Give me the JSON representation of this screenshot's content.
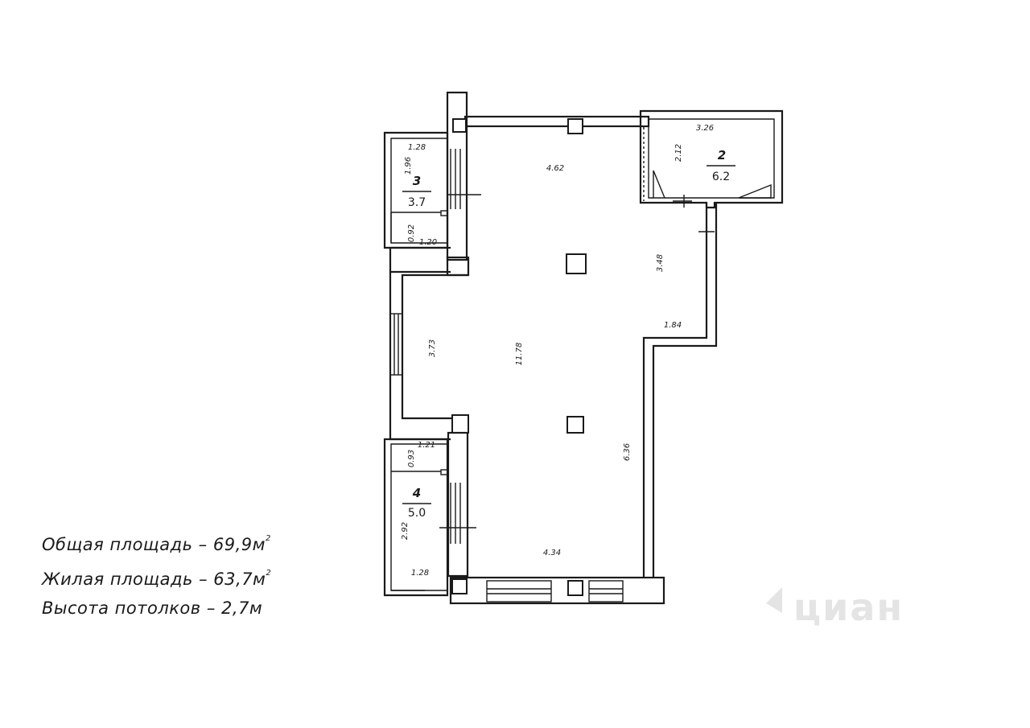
{
  "stats": {
    "total_label": "Общая площадь",
    "total_value": "69,9м",
    "total_sup": "2",
    "living_label": "Жилая площадь",
    "living_value": "63,7м",
    "living_sup": "2",
    "height_label": "Высота потолков",
    "height_value": "2,7м",
    "dash": "–"
  },
  "rooms": [
    {
      "number": "2",
      "area": "6.2"
    },
    {
      "number": "3",
      "area": "3.7"
    },
    {
      "number": "4",
      "area": "5.0"
    }
  ],
  "dimensions": {
    "main_top": "4.62",
    "main_bottom": "4.34",
    "main_length": "11.78",
    "left_recess": "3.73",
    "right_upper": "3.48",
    "right_step": "1.84",
    "right_lower": "6.36",
    "r2_width": "3.26",
    "r2_height": "2.12",
    "r3_width": "1.28",
    "r3_height": "1.96",
    "r3_small_h": "0.92",
    "r3_small_w": "1.20",
    "r4_small_w": "1.21",
    "r4_small_h": "0.93",
    "r4_height": "2.92",
    "r4_width": "1.28"
  },
  "watermark": {
    "text": "циан",
    "icon": "cian-house-icon"
  }
}
